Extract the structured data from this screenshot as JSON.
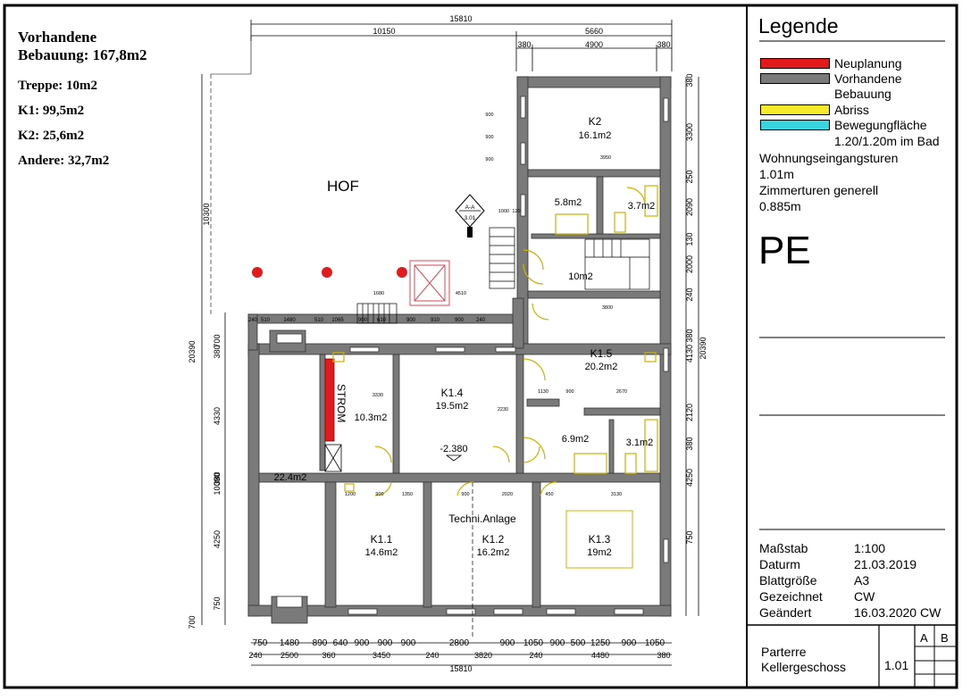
{
  "left_info": {
    "title_line1": "Vorhandene",
    "title_line2": "Bebauung:",
    "title_value": "167,8m2",
    "lines": [
      "Treppe: 10m2",
      "K1: 99,5m2",
      "K2: 25,6m2",
      "Andere: 32,7m2"
    ]
  },
  "legend": {
    "title": "Legende",
    "items": [
      {
        "label": "Neuplanung",
        "color": "#e11b1b"
      },
      {
        "label": "Vorhandene",
        "label2": "Bebauung",
        "color": "#7a7a7a"
      },
      {
        "label": "Abriss",
        "color": "#f7ea2a"
      },
      {
        "label": "Bewegungfläche",
        "label2": "1.20/1.20m im Bad",
        "color": "#38d4e0"
      }
    ],
    "notes": [
      "Wohnungseingangsturen",
      "1.01m",
      "Zimmerturen generell",
      "0.885m"
    ]
  },
  "pe": "PE",
  "meta": [
    {
      "key": "Maßstab",
      "value": "1:100"
    },
    {
      "key": "Daturm",
      "value": "21.03.2019"
    },
    {
      "key": "Blattgröße",
      "value": "A3"
    },
    {
      "key": "Gezeichnet",
      "value": "CW"
    },
    {
      "key": "Geändert",
      "value": "16.03.2020 CW"
    }
  ],
  "title_block": {
    "line1": "Parterre",
    "line2": "Kellergeschoss",
    "number": "1.01",
    "col_a": "A",
    "col_b": "B"
  },
  "plan": {
    "hof": "HOF",
    "section_marker": {
      "top": "A-A",
      "bottom": "3.01"
    },
    "rooms": [
      {
        "id": "k2",
        "name": "K2",
        "area": "16.1m2"
      },
      {
        "id": "r58",
        "name": "",
        "area": "5.8m2"
      },
      {
        "id": "r37",
        "name": "",
        "area": "3.7m2"
      },
      {
        "id": "treppe",
        "name": "",
        "area": "10m2"
      },
      {
        "id": "k15",
        "name": "K1.5",
        "area": "20.2m2"
      },
      {
        "id": "r69",
        "name": "",
        "area": "6.9m2"
      },
      {
        "id": "r31",
        "name": "",
        "area": "3.1m2"
      },
      {
        "id": "k14",
        "name": "K1.4",
        "area": "19.5m2"
      },
      {
        "id": "strom",
        "name": "STROM",
        "area": "10.3m2"
      },
      {
        "id": "r224",
        "name": "",
        "area": "22.4m2"
      },
      {
        "id": "k11",
        "name": "K1.1",
        "area": "14.6m2"
      },
      {
        "id": "k12",
        "name": "K1.2",
        "area": "16.2m2"
      },
      {
        "id": "k13",
        "name": "K1.3",
        "area": "19m2"
      }
    ],
    "techni": "Techni.Anlage",
    "level": "-2.380",
    "dims_top": {
      "overall": "15810",
      "left": "10150",
      "right": "5660",
      "r_a": "380",
      "r_b": "4900",
      "r_c": "380"
    },
    "dims_bottom_row1": [
      "750",
      "1480",
      "890",
      "640",
      "900",
      "900",
      "900",
      "2800",
      "900",
      "1050",
      "900",
      "500",
      "1250",
      "900",
      "1050"
    ],
    "dims_bottom_row2": [
      "240",
      "2500",
      "360",
      "3450",
      "240",
      "3820",
      "240",
      "4480",
      "380"
    ],
    "dims_bottom_overall": "15810",
    "dims_left_outer": [
      "20390"
    ],
    "dims_left_a": [
      "10300",
      "700"
    ],
    "dims_left_b": [
      "380",
      "4330",
      "10090",
      "380",
      "4250",
      "750",
      "700"
    ],
    "dims_right": [
      "380",
      "3300",
      "250",
      "2090",
      "130",
      "2000",
      "240",
      "4130",
      "20390",
      "380",
      "2120",
      "380",
      "4250",
      "750"
    ],
    "dims_courtyard": [
      "240",
      "510",
      "1480",
      "510",
      "1065",
      "900",
      "610",
      "900",
      "910",
      "900",
      "240"
    ],
    "dims_misc": [
      "1680",
      "4510",
      "3950",
      "3800",
      "1130",
      "900",
      "2670",
      "1200",
      "900",
      "1350",
      "900",
      "2020",
      "450",
      "3130",
      "1000",
      "120",
      "900",
      "900",
      "900",
      "3330",
      "2230"
    ]
  }
}
